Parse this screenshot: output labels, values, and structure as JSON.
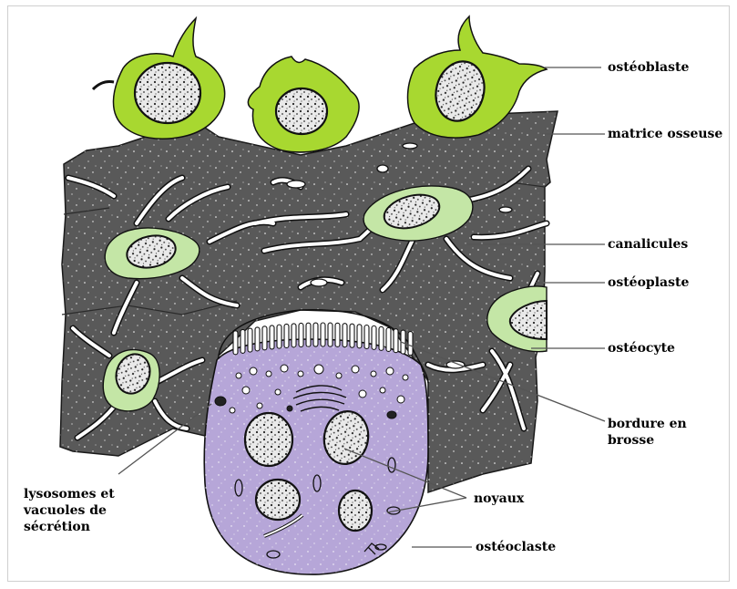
{
  "labels": {
    "osteoblaste": "ostéoblaste",
    "matrice": "matrice osseuse",
    "canalicules": "canalicules",
    "osteoplaste": "ostéoplaste",
    "osteocyte": "ostéocyte",
    "bordure_line1": "bordure en",
    "bordure_line2": "brosse",
    "lysosomes_line1": "lysosomes et",
    "lysosomes_line2": "vacuoles de",
    "lysosomes_line3": "sécrétion",
    "noyaux": "noyaux",
    "osteoclaste": "ostéoclaste"
  },
  "colors": {
    "matrix": "#595959",
    "osteoblast": "#a8d830",
    "osteocyte": "#c4e6a6",
    "osteoclast": "#b6a6d8",
    "outline": "#1a1a1a"
  }
}
